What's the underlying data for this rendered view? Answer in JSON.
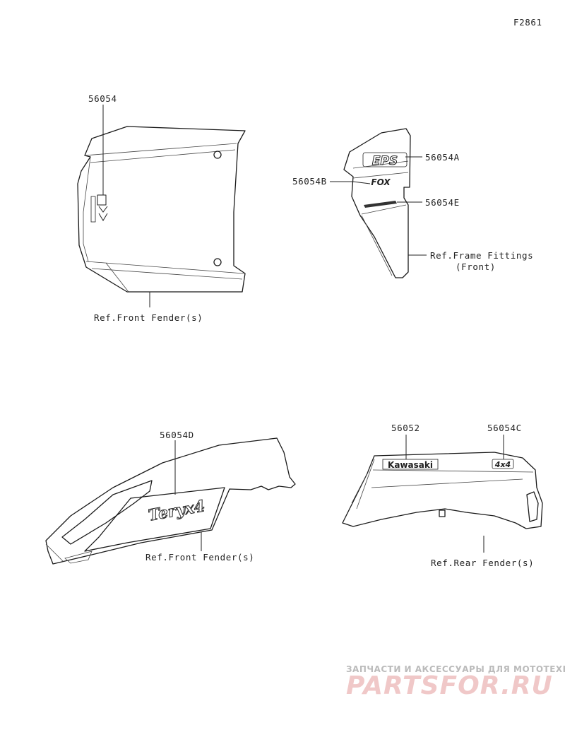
{
  "figure_id": "F2861",
  "labels": {
    "p56054": "56054",
    "p56054A": "56054A",
    "p56054B": "56054B",
    "p56054E": "56054E",
    "p56054D": "56054D",
    "p56052": "56052",
    "p56054C": "56054C",
    "ref_front_fender_top": "Ref.Front Fender(s)",
    "ref_frame_fittings_1": "Ref.Frame Fittings",
    "ref_frame_fittings_2": "(Front)",
    "ref_front_fender_bottom": "Ref.Front Fender(s)",
    "ref_rear_fender": "Ref.Rear Fender(s)"
  },
  "decal_texts": {
    "eps": "EPS",
    "fox": "FOX",
    "kawasaki": "Kawasaki",
    "teryx4": "Teryx4",
    "four_by_four": "4x4"
  },
  "watermark": {
    "tagline": "ЗАПЧАСТИ И АКСЕССУАРЫ ДЛЯ МОТОТЕХНИКИ",
    "brand": "PARTSFOR.RU"
  }
}
